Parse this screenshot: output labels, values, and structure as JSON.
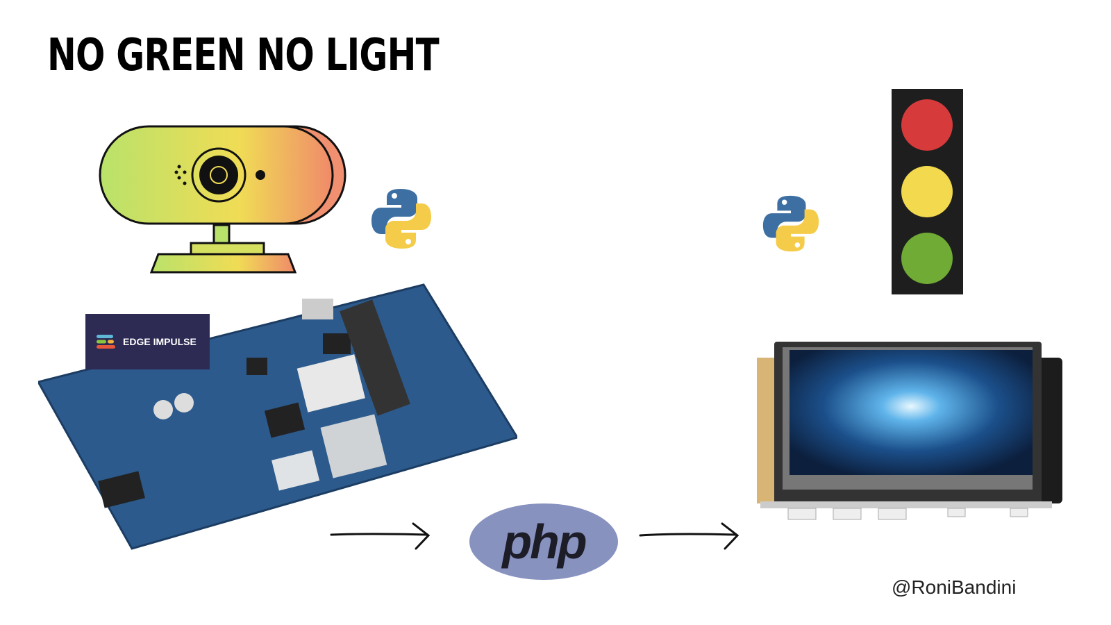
{
  "title": "NO GREEN NO LIGHT",
  "credit": "@RoniBandini",
  "board_logo": "EDGE IMPULSE",
  "php_label": "php",
  "colors": {
    "red": "#d63a3a",
    "yellow": "#f2d94e",
    "green": "#6fab35",
    "php": "#8892bf",
    "ei_bg": "#2d2b54"
  },
  "icons": [
    "webcam-icon",
    "python-icon",
    "traffic-light-icon",
    "dev-board-image",
    "php-logo",
    "display-device-image",
    "arrow-right-icon"
  ]
}
